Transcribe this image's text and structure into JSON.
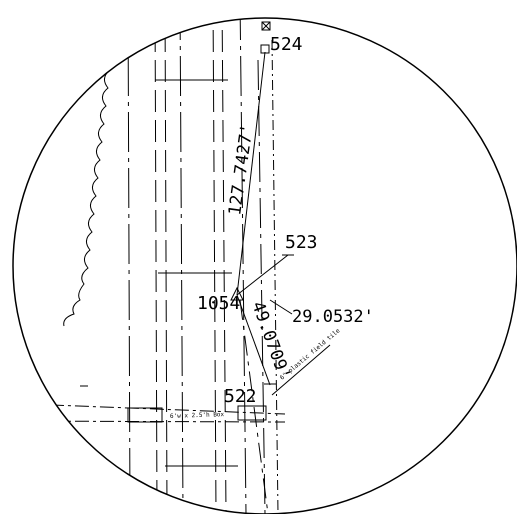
{
  "colors": {
    "ink": "#000000",
    "paper": "#ffffff"
  },
  "points": {
    "p524": {
      "label": "524"
    },
    "p523": {
      "label": "523"
    },
    "p1054": {
      "label": "1054"
    },
    "p522": {
      "label": "522"
    }
  },
  "dimensions": {
    "d1": "127.7427'",
    "d2": "29.0532'",
    "d3": "49.0709'"
  },
  "notes": {
    "box": "6'w x 2.5'h Box",
    "tile": "6\" plastic field tile"
  }
}
